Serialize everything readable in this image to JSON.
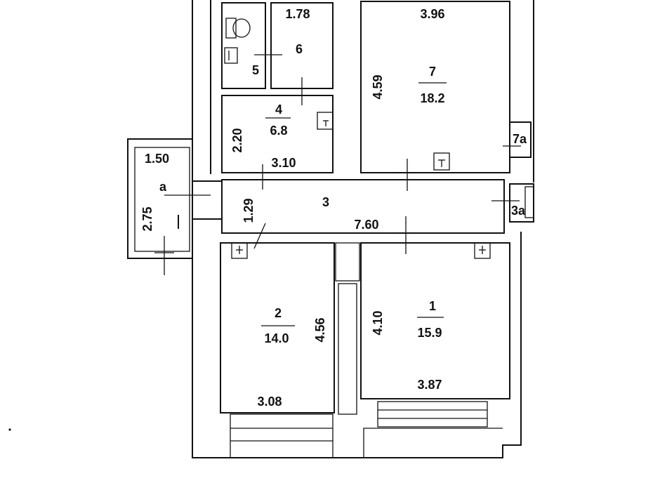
{
  "rooms": {
    "r1": {
      "number": "1",
      "area": "15.9",
      "width": "3.87",
      "height": "4.10"
    },
    "r2": {
      "number": "2",
      "area": "14.0",
      "width": "3.08",
      "height": "4.56"
    },
    "r3": {
      "number": "3",
      "length": "7.60",
      "width": "1.29"
    },
    "r3a": {
      "number": "3a"
    },
    "r4": {
      "number": "4",
      "area": "6.8",
      "width": "3.10",
      "height": "2.20"
    },
    "r5": {
      "number": "5"
    },
    "r6": {
      "number": "6",
      "width": "1.78"
    },
    "r7": {
      "number": "7",
      "area": "18.2",
      "width": "3.96",
      "height": "4.59"
    },
    "r7a": {
      "number": "7a"
    },
    "ra": {
      "number": "a",
      "width": "1.50",
      "height": "2.75"
    }
  }
}
